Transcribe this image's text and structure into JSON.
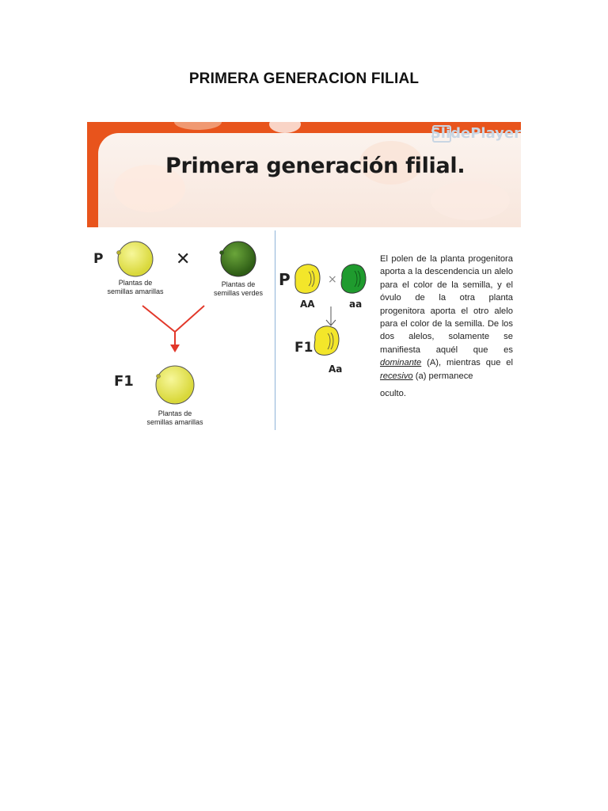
{
  "document": {
    "title": "PRIMERA GENERACION FILIAL"
  },
  "banner": {
    "title": "Primera generación filial.",
    "watermark": "SlidePlayer",
    "colors": {
      "orange": "#e8541c",
      "card": "#fbf3ee"
    }
  },
  "left_diagram": {
    "p_label": "P",
    "cross_symbol": "✕",
    "parent_yellow_caption_1": "Plantas de",
    "parent_yellow_caption_2": "semillas amarillas",
    "parent_green_caption_1": "Plantas de",
    "parent_green_caption_2": "semillas verdes",
    "f1_label": "F1",
    "offspring_caption_1": "Plantas de",
    "offspring_caption_2": "semillas amarillas",
    "colors": {
      "yellow": "#e6e64a",
      "green": "#3f7a1f",
      "arrow": "#e2382a"
    }
  },
  "right_diagram": {
    "p_label": "P",
    "cross_symbol": "×",
    "parent1_genotype": "AA",
    "parent2_genotype": "aa",
    "f1_label": "F1",
    "offspring_genotype": "Aa",
    "colors": {
      "yellow": "#f3e62a",
      "green": "#1f9b2e"
    }
  },
  "explanation": {
    "part1": "El polen de la planta progenitora aporta a la descendencia un alelo para el color de la semilla, y el óvulo de la otra planta progenitora aporta el otro alelo para el color de la semilla. De los dos alelos, solamente se manifiesta aquél que es ",
    "dominant_word": "dominante",
    "part2": " (A), mientras que el",
    "recessive_word": " recesivo",
    "part3": " (a) permanece",
    "part4": "oculto."
  }
}
